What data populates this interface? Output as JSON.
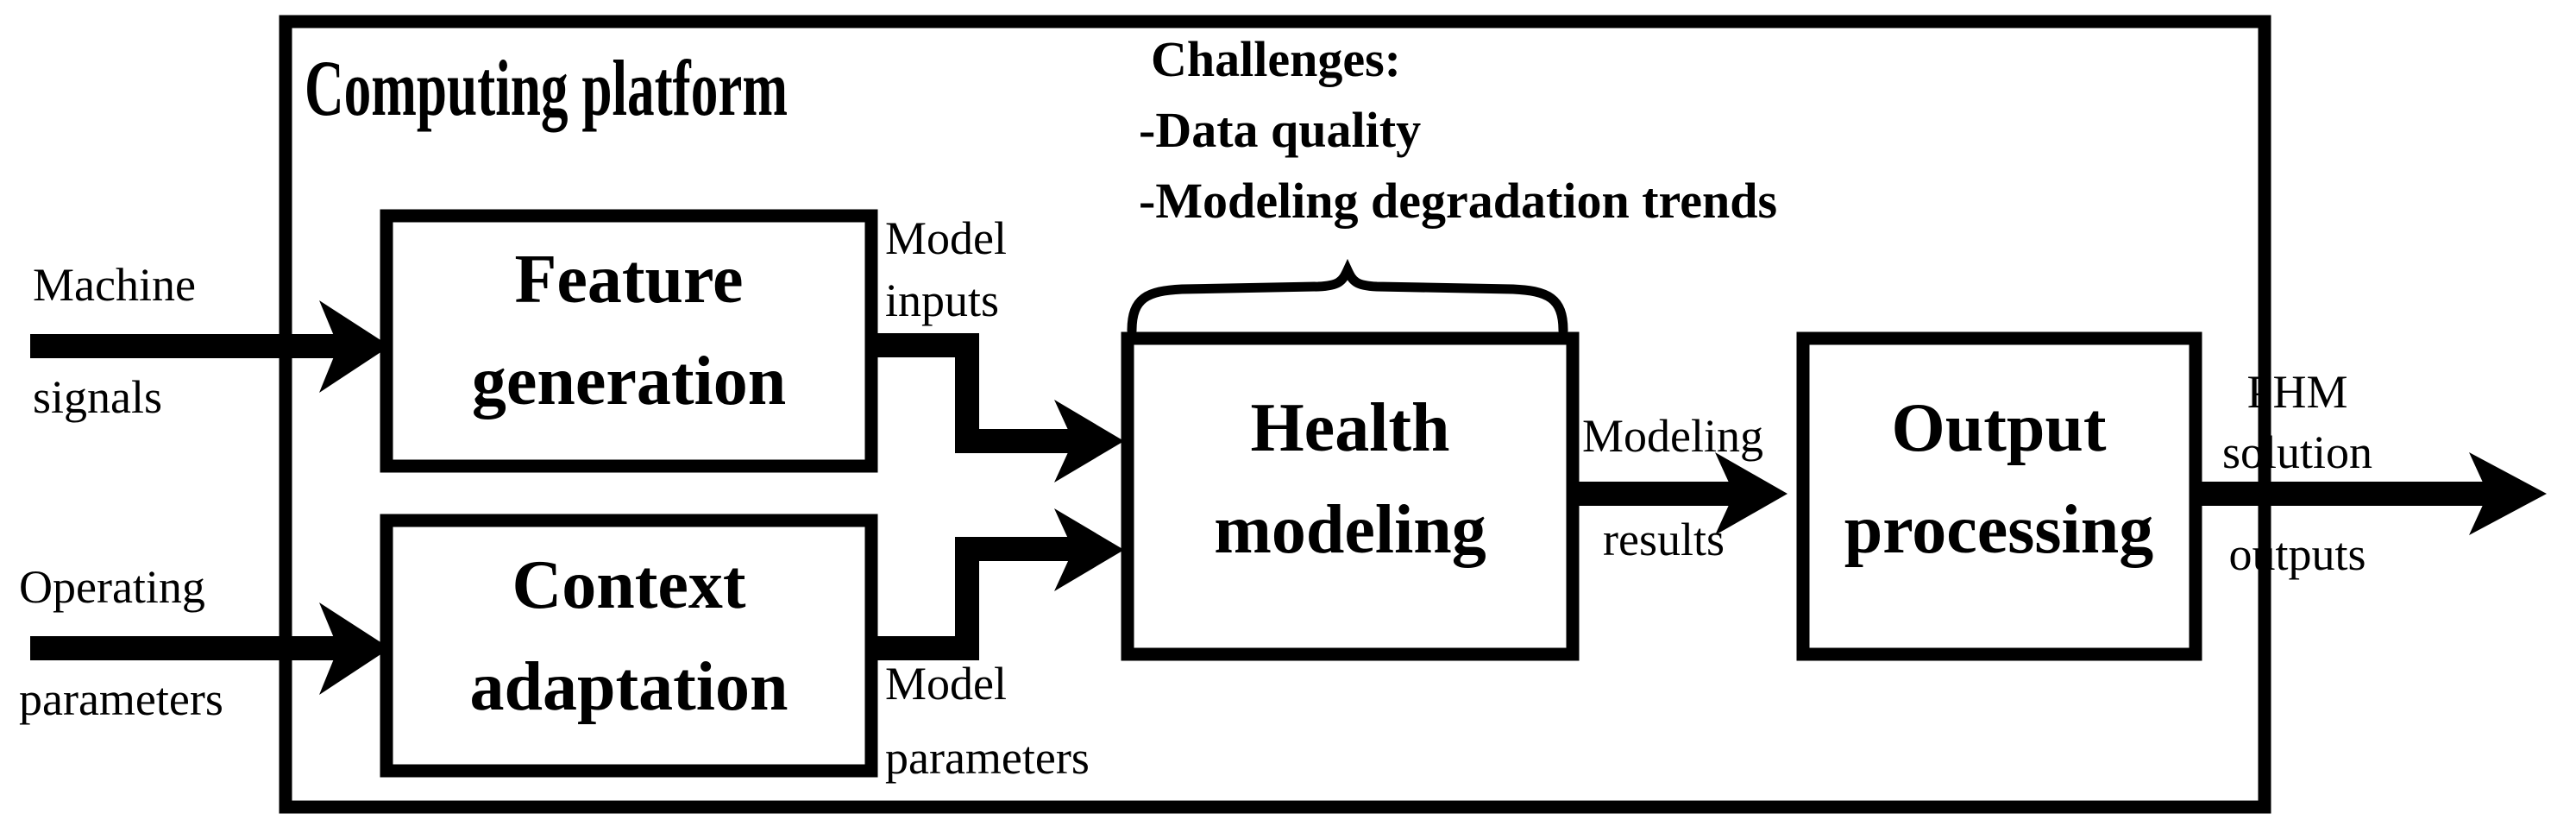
{
  "diagram": {
    "title": "Computing platform",
    "colors": {
      "stroke": "#000000",
      "fill": "#ffffff",
      "text": "#000000"
    },
    "platform": {
      "label": "Computing platform"
    },
    "blocks": [
      {
        "id": "feature-generation",
        "line1": "Feature",
        "line2": "generation"
      },
      {
        "id": "context-adaptation",
        "line1": "Context",
        "line2": "adaptation"
      },
      {
        "id": "health-modeling",
        "line1": "Health",
        "line2": "modeling"
      },
      {
        "id": "output-processing",
        "line1": "Output",
        "line2": "processing"
      }
    ],
    "challenges": {
      "heading": "Challenges:",
      "items": [
        "-Data quality",
        "-Modeling degradation trends"
      ]
    },
    "edge_labels": {
      "machine_signals": {
        "line1": "Machine",
        "line2": "signals"
      },
      "operating_params": {
        "line1": "Operating",
        "line2": "parameters"
      },
      "model_inputs": {
        "line1": "Model",
        "line2": "inputs"
      },
      "model_parameters": {
        "line1": "Model",
        "line2": "parameters"
      },
      "modeling_results": {
        "line1": "Modeling",
        "line2": "results"
      },
      "phm_outputs": {
        "line1": "PHM",
        "line2": "solution",
        "line3": "outputs"
      }
    }
  }
}
